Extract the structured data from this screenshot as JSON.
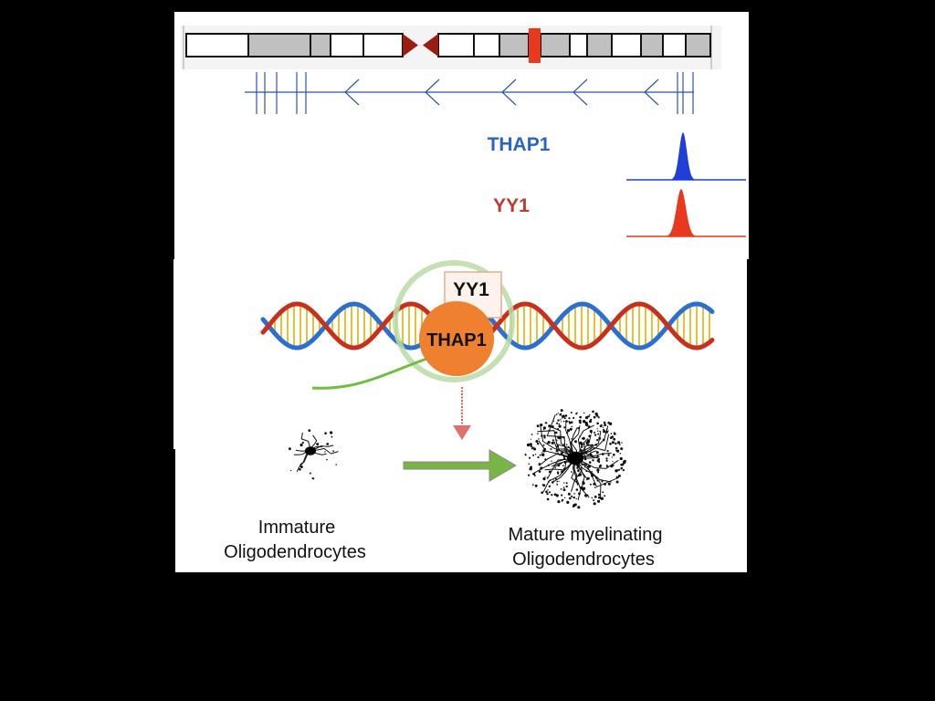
{
  "tracks": {
    "thap1_label": "THAP1",
    "yy1_label": "YY1"
  },
  "complex": {
    "yy1_box_label": "YY1",
    "thap1_circle_label": "THAP1"
  },
  "cells": {
    "immature_line1": "Immature",
    "immature_line2": "Oligodendrocytes",
    "mature_line1": "Mature myelinating",
    "mature_line2": "Oligodendrocytes"
  },
  "colors": {
    "thap1": "#1f3fd6",
    "thap1_text": "#2a63c4",
    "yy1": "#e8391f",
    "yy1_text": "#c0392b",
    "centromere": "#9b1c10",
    "gene_track": "#2b55a0",
    "dna_blue": "#2b6fd0",
    "dna_red": "#c9301c",
    "rung": "#e3c23a",
    "thap1_orange": "#ee8030",
    "halo_green": "#b9dca6",
    "arrow_green": "#78b545"
  }
}
